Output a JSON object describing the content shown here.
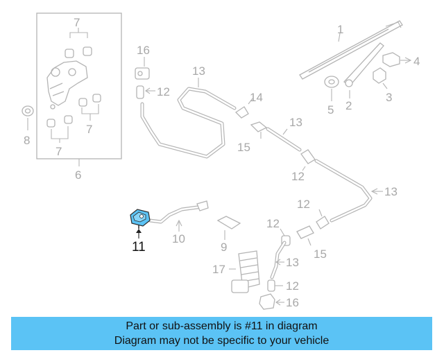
{
  "diagram": {
    "callouts": {
      "c1": "1",
      "c2": "2",
      "c3": "3",
      "c4": "4",
      "c5": "5",
      "c6": "6",
      "c7a": "7",
      "c7b": "7",
      "c7c": "7",
      "c8": "8",
      "c9": "9",
      "c10": "10",
      "c11": "11",
      "c12a": "12",
      "c12b": "12",
      "c12c": "12",
      "c12d": "12",
      "c12e": "12",
      "c13a": "13",
      "c13b": "13",
      "c13c": "13",
      "c13d": "13",
      "c14": "14",
      "c15a": "15",
      "c15b": "15",
      "c16a": "16",
      "c16b": "16",
      "c17": "17"
    },
    "highlighted_part": "11"
  },
  "banner": {
    "line1": "Part or sub-assembly is #11 in diagram",
    "line2": "Diagram may not be specific to your vehicle"
  },
  "colors": {
    "banner_bg": "#5bc3f5",
    "highlight_part": "#5bc3f5",
    "line_art": "#b4b4b4",
    "callout_text": "#a8a8a8"
  }
}
